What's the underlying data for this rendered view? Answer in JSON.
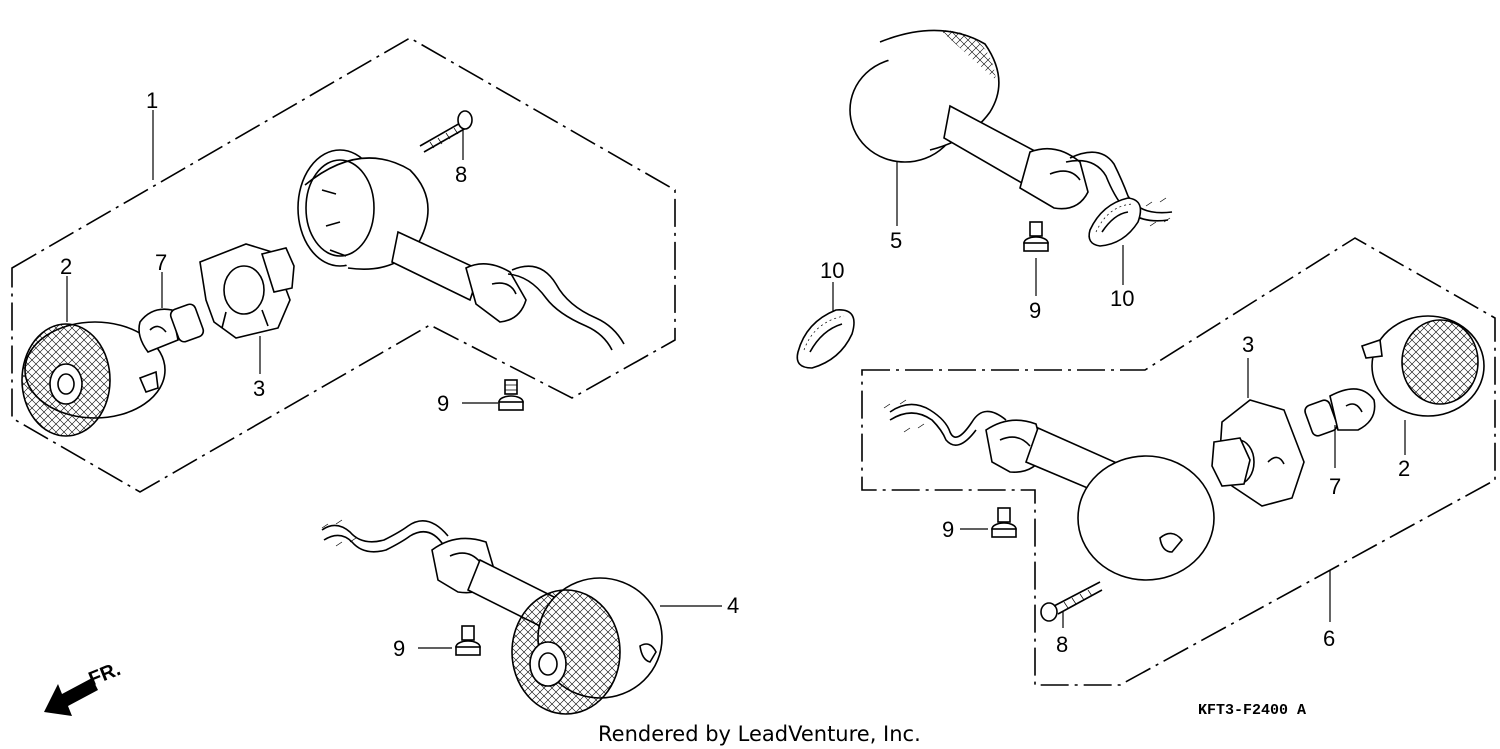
{
  "callouts": {
    "c1": "1",
    "c2_left": "2",
    "c7_left": "7",
    "c3_left": "3",
    "c8_top": "8",
    "c9_mid": "9",
    "c5": "5",
    "c9_top_right": "9",
    "c10_right": "10",
    "c10_left": "10",
    "c3_right": "3",
    "c7_right": "7",
    "c2_right": "2",
    "c9_right": "9",
    "c8_right": "8",
    "c6": "6",
    "c4": "4",
    "c9_bottom": "9"
  },
  "front_label": "FR.",
  "diagram_code": "KFT3-F2400 A",
  "credit": "Rendered by LeadVenture, Inc.",
  "icons": [
    "front-direction-arrow-icon"
  ]
}
